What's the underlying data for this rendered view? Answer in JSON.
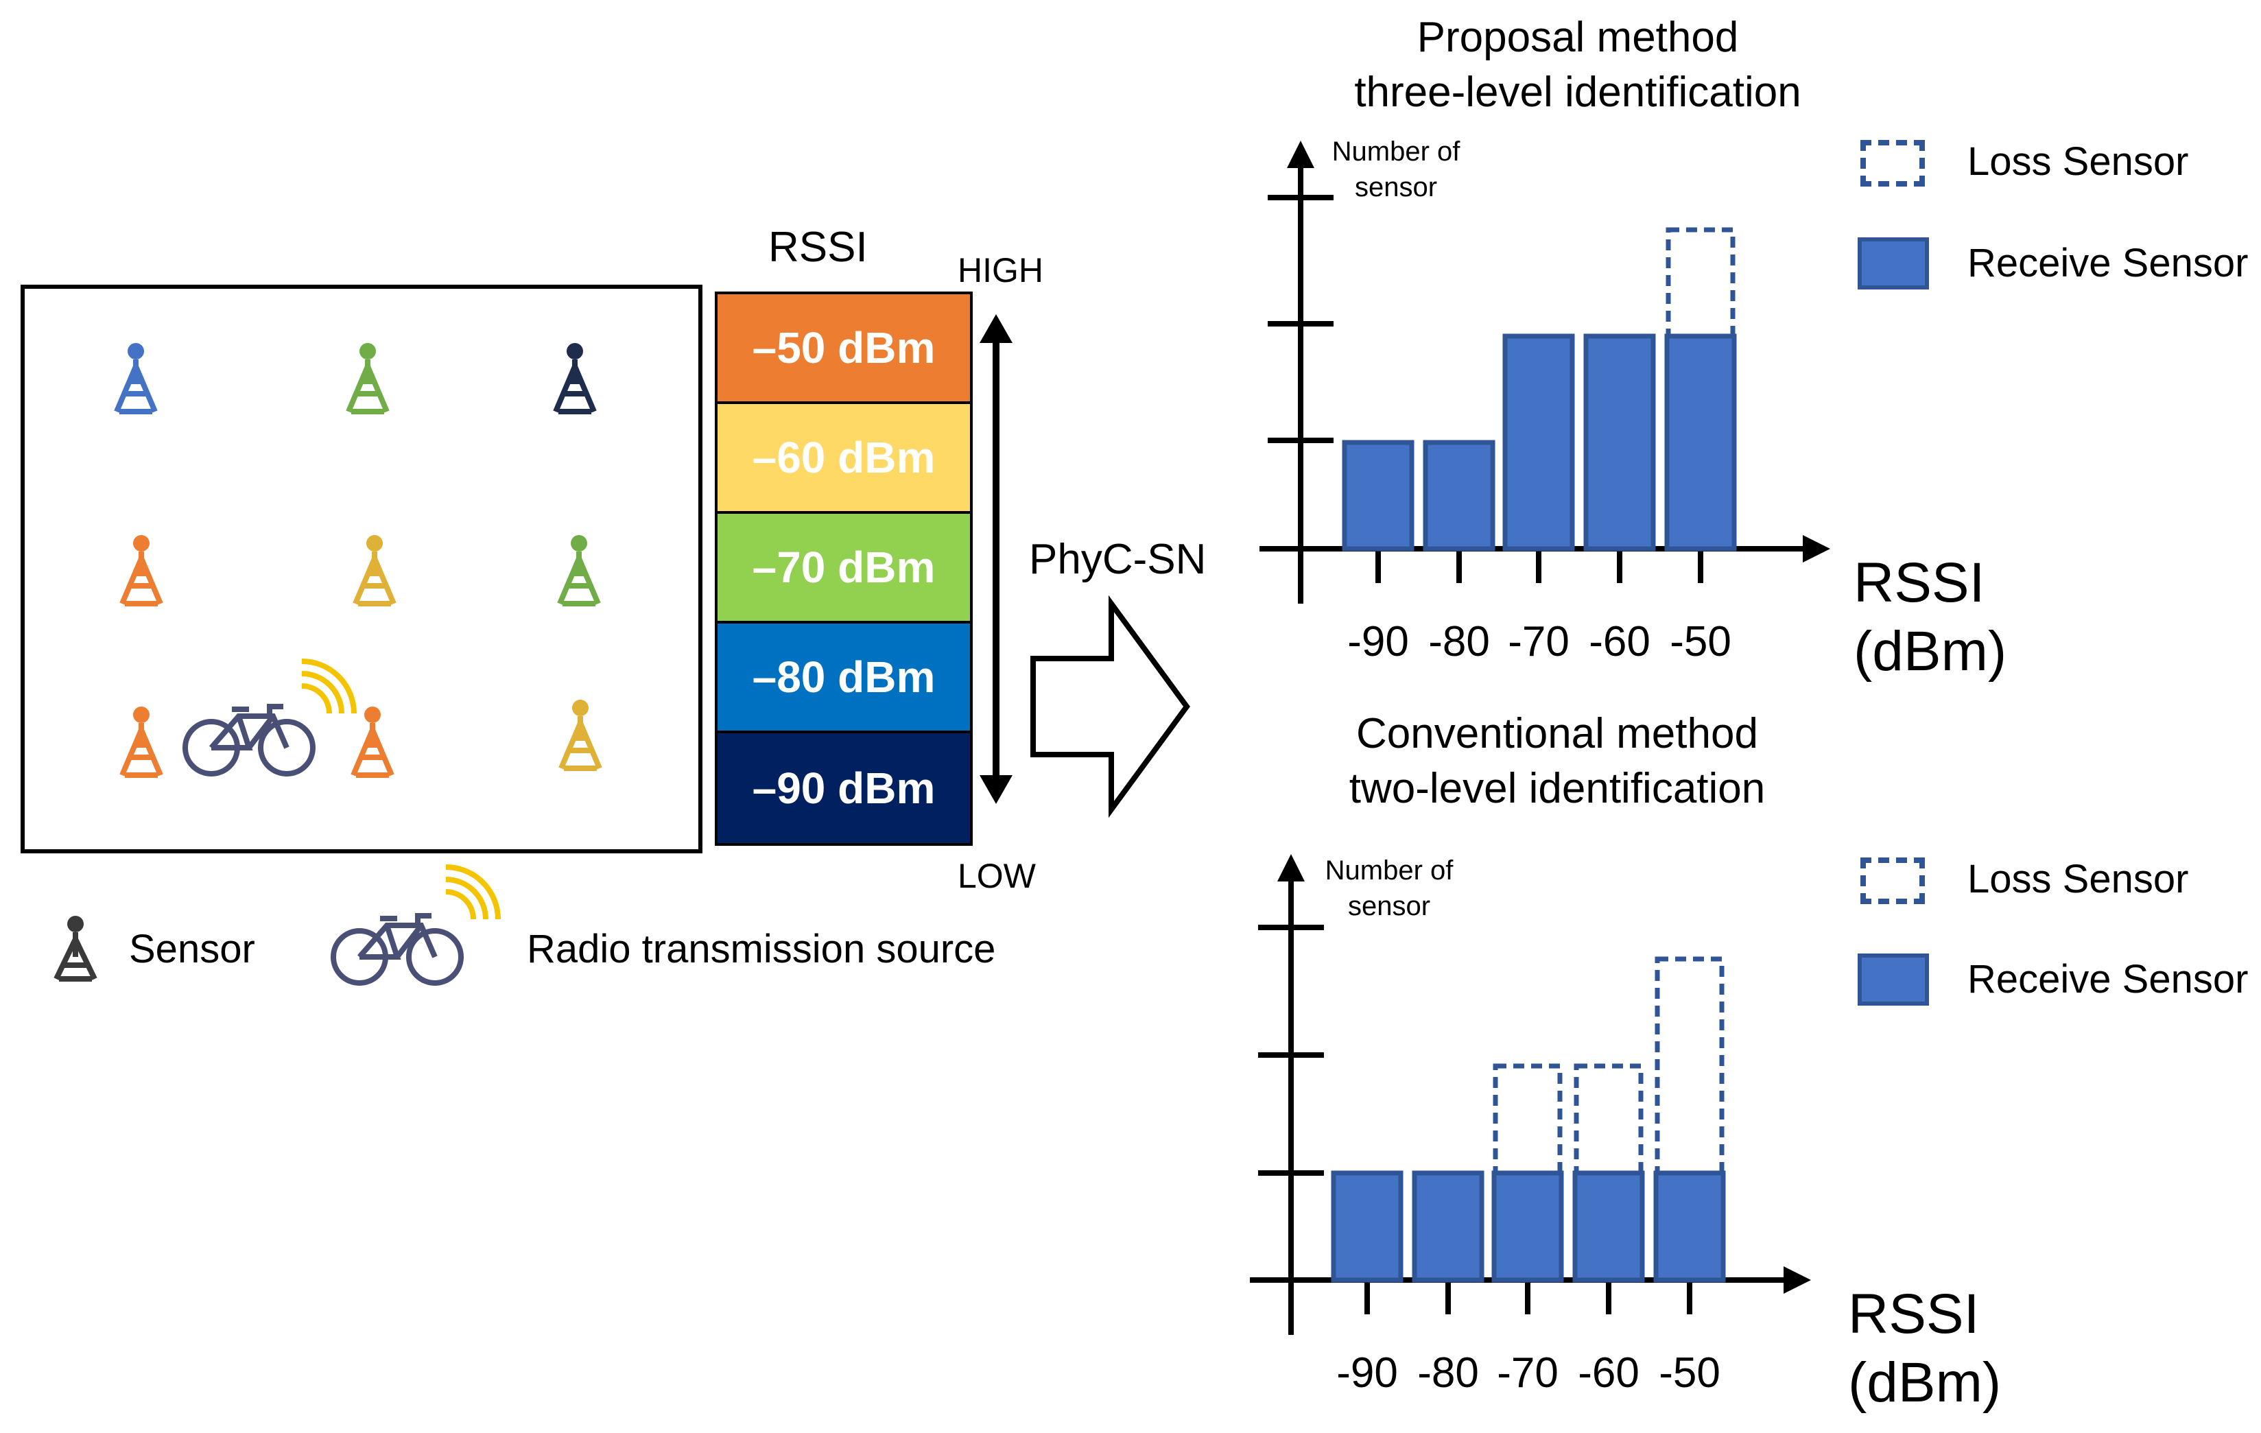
{
  "field": {
    "sensors": [
      {
        "color": "#4472c4"
      },
      {
        "color": "#70ad47"
      },
      {
        "color": "#1f2d4d"
      },
      {
        "color": "#ed7d31"
      },
      {
        "color": "#dfb136"
      },
      {
        "color": "#70ad47"
      },
      {
        "color": "#ed7d31"
      },
      {
        "color": "#ed7d31"
      },
      {
        "color": "#dfb136"
      }
    ],
    "bike_icon": "bicycle-icon",
    "signal_icon": "wifi-signal-icon"
  },
  "legend": {
    "sensor_label": "Sensor",
    "source_label": "Radio transmission source"
  },
  "scale": {
    "title": "RSSI",
    "high": "HIGH",
    "low": "LOW",
    "bands": [
      {
        "label": "–50 dBm",
        "color": "#ed7d31"
      },
      {
        "label": "–60 dBm",
        "color": "#ffd966"
      },
      {
        "label": "–70 dBm",
        "color": "#92d050"
      },
      {
        "label": "–80 dBm",
        "color": "#0070c0"
      },
      {
        "label": "–90 dBm",
        "color": "#002060"
      }
    ]
  },
  "arrow_label": "PhyC-SN",
  "colors": {
    "bar": "#4472c4",
    "bar_edge": "#2f5597"
  },
  "chart_data": [
    {
      "type": "bar",
      "title_line1": "Proposal method",
      "title_line2": "three-level identification",
      "ylabel_line1": "Number of",
      "ylabel_line2": "sensor",
      "xlabel_line1": "RSSI",
      "xlabel_line2": "(dBm)",
      "categories": [
        "-90",
        "-80",
        "-70",
        "-60",
        "-50"
      ],
      "series": [
        {
          "name": "Receive Sensor",
          "values": [
            1,
            1,
            2,
            2,
            2
          ]
        },
        {
          "name": "Loss Sensor",
          "values": [
            0,
            0,
            0,
            0,
            1
          ]
        }
      ],
      "ylim": [
        0,
        3
      ]
    },
    {
      "type": "bar",
      "title_line1": "Conventional method",
      "title_line2": "two-level identification",
      "ylabel_line1": "Number of",
      "ylabel_line2": "sensor",
      "xlabel_line1": "RSSI",
      "xlabel_line2": "(dBm)",
      "categories": [
        "-90",
        "-80",
        "-70",
        "-60",
        "-50"
      ],
      "series": [
        {
          "name": "Receive Sensor",
          "values": [
            1,
            1,
            1,
            1,
            1
          ]
        },
        {
          "name": "Loss Sensor",
          "values": [
            0,
            0,
            1,
            1,
            2
          ]
        }
      ],
      "ylim": [
        0,
        3
      ]
    }
  ]
}
